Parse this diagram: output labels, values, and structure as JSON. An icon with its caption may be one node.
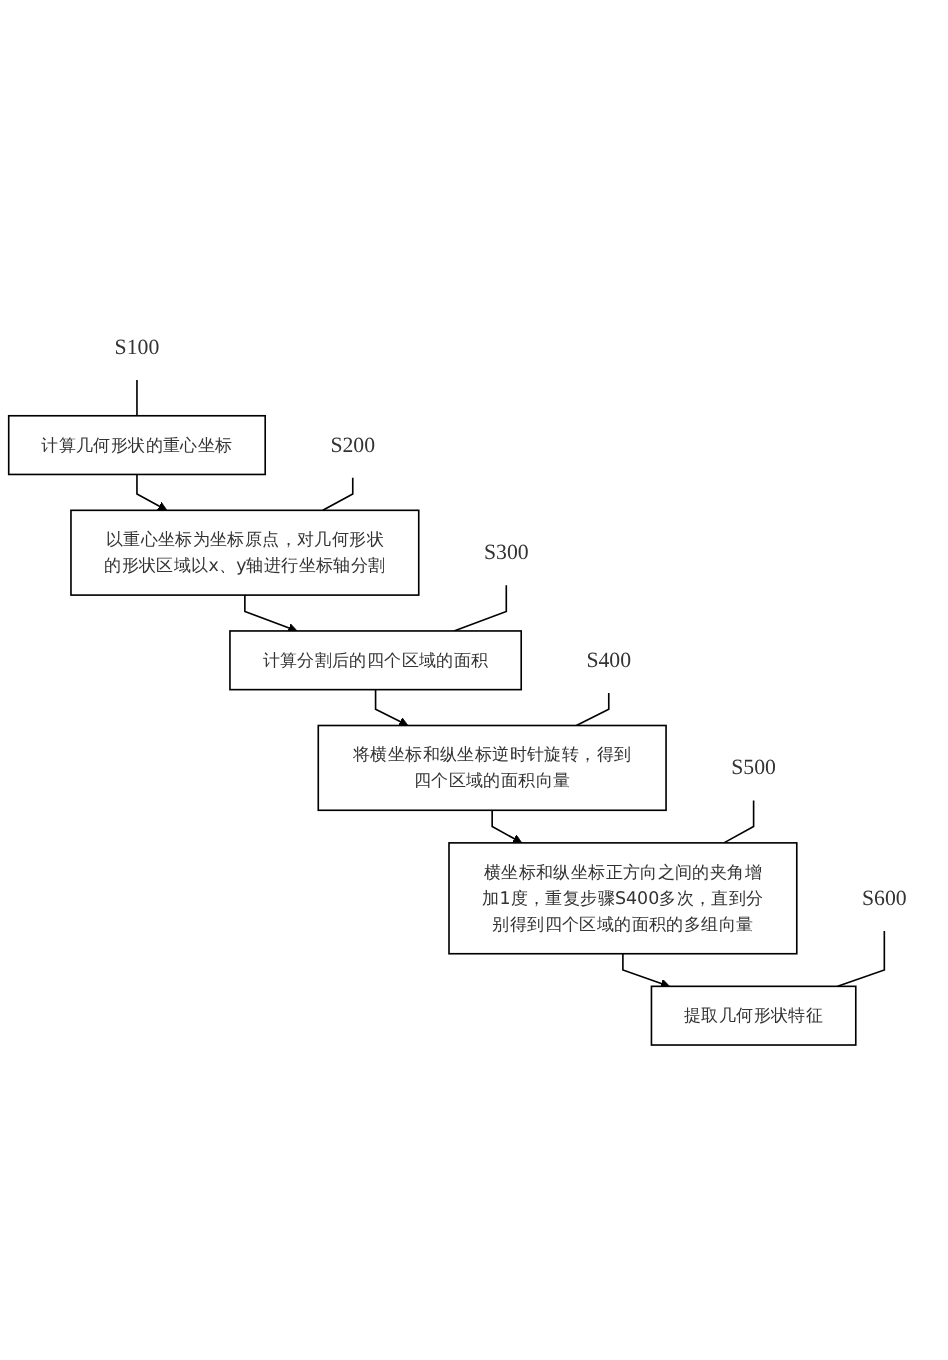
{
  "diagram": {
    "nodes": [
      {
        "text": [
          "S100"
        ]
      },
      {
        "text": [
          "计算几何形状的重心坐标"
        ]
      },
      {
        "text": [
          "S200"
        ]
      },
      {
        "text": [
          "以重心坐标为坐标原点，对几何形状的形状区域以x、y轴进行坐标轴分割"
        ]
      },
      {
        "text": [
          "S300"
        ]
      },
      {
        "text": [
          "计算分割后的四个区域的面积"
        ]
      },
      {
        "text": [
          "S400"
        ]
      },
      {
        "text": [
          "将横坐标和纵坐标逆时针旋转，得到四个区域的面积向量"
        ]
      },
      {
        "text": [
          "S500"
        ]
      },
      {
        "text": [
          "横坐标和纵坐标正方向之间的夹角增加1度，重复步骤S400多次，直到分别得到四个区域的面积的多组向量"
        ]
      },
      {
        "text": [
          "S600"
        ]
      },
      {
        "text": [
          "提取几何形状特征"
        ]
      }
    ],
    "edges": [
      {
        "from": 0,
        "to": 1,
        "arrow": "none"
      },
      {
        "from": 1,
        "to": 3,
        "arrow": "to"
      },
      {
        "from": 2,
        "to": 3,
        "arrow": "none"
      },
      {
        "from": 3,
        "to": 5,
        "arrow": "to"
      },
      {
        "from": 4,
        "to": 5,
        "arrow": "none"
      },
      {
        "from": 5,
        "to": 7,
        "arrow": "to"
      },
      {
        "from": 6,
        "to": 7,
        "arrow": "none"
      },
      {
        "from": 7,
        "to": 9,
        "arrow": "to"
      },
      {
        "from": 8,
        "to": 9,
        "arrow": "none"
      },
      {
        "from": 9,
        "to": 11,
        "arrow": "to"
      },
      {
        "from": 10,
        "to": 11,
        "arrow": "none"
      }
    ]
  }
}
